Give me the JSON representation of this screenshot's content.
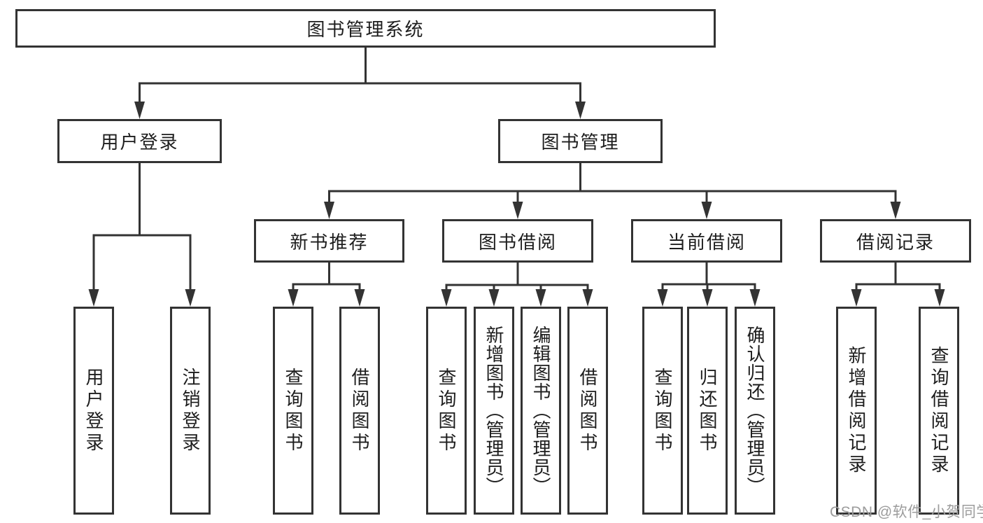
{
  "tree": {
    "label": "图书管理系统",
    "children": [
      {
        "label": "用户登录",
        "children": [
          {
            "label": "用户登录"
          },
          {
            "label": "注销登录"
          }
        ]
      },
      {
        "label": "图书管理",
        "children": [
          {
            "label": "新书推荐",
            "children": [
              {
                "label": "查询图书"
              },
              {
                "label": "借阅图书"
              }
            ]
          },
          {
            "label": "图书借阅",
            "children": [
              {
                "label": "查询图书"
              },
              {
                "label": "新增图书（管理员）"
              },
              {
                "label": "编辑图书（管理员）"
              },
              {
                "label": "借阅图书"
              }
            ]
          },
          {
            "label": "当前借阅",
            "children": [
              {
                "label": "查询图书"
              },
              {
                "label": "归还图书"
              },
              {
                "label": "确认归还（管理员）"
              }
            ]
          },
          {
            "label": "借阅记录",
            "children": [
              {
                "label": "新增借阅记录"
              },
              {
                "label": "查询借阅记录"
              }
            ]
          }
        ]
      }
    ]
  },
  "watermark": {
    "text": "CSDN @软件_小贺同学"
  },
  "colors": {
    "line": "#333333",
    "text": "#1d1d1d",
    "watermark": "#9c9c9c",
    "background": "#ffffff"
  }
}
